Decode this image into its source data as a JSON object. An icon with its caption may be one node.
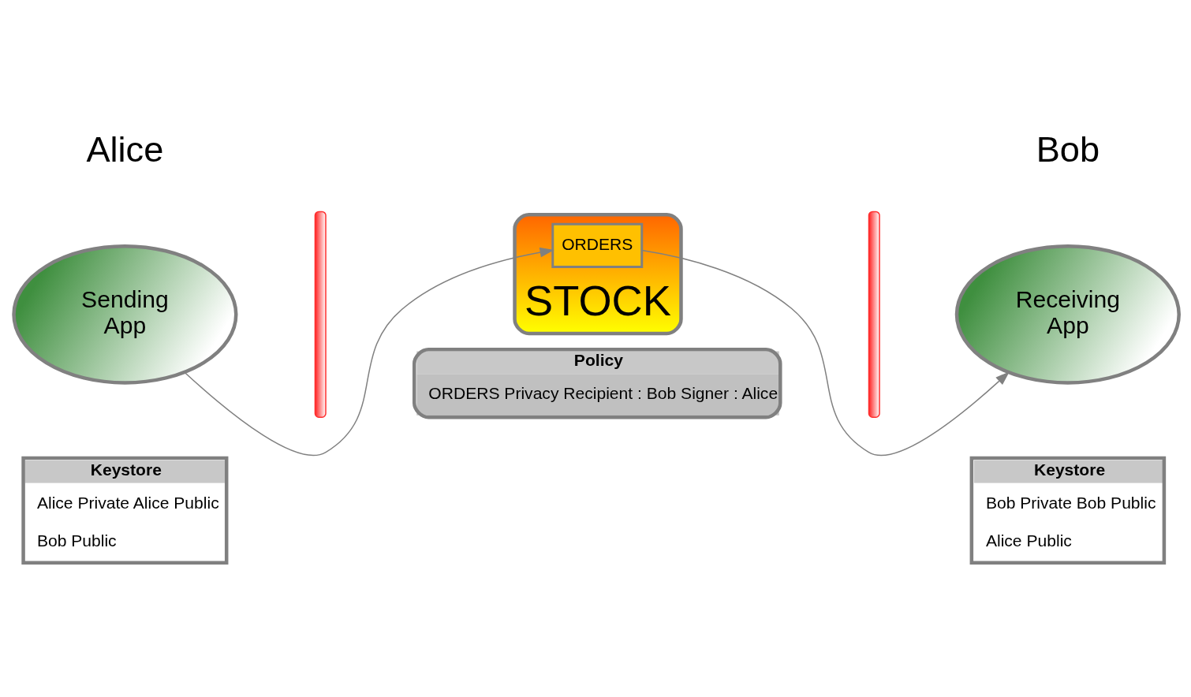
{
  "diagram": {
    "nodes": [
      {
        "text": [
          "Sending App"
        ]
      },
      {
        "text": [],
        "shape": "bar"
      },
      {
        "text": [
          "STOCK"
        ]
      },
      {
        "text": [
          "ORDERS"
        ],
        "in": 2
      },
      {
        "text": [
          "Policy",
          "ORDERS Privacy Recipient : Bob Signer : Alice"
        ]
      },
      {
        "text": [],
        "shape": "bar"
      },
      {
        "text": [
          "Receiving App"
        ]
      },
      {
        "text": [
          "Keystore",
          "Alice Private Alice Public",
          "Bob Public"
        ]
      },
      {
        "text": [
          "Keystore",
          "Bob Private Bob Public",
          "Alice Public"
        ]
      }
    ],
    "edges": [
      {
        "from": 0,
        "to": 3,
        "arrow": "to"
      },
      {
        "from": 3,
        "to": 6,
        "arrow": "to"
      }
    ],
    "labels": [
      "Alice",
      "Bob"
    ]
  }
}
